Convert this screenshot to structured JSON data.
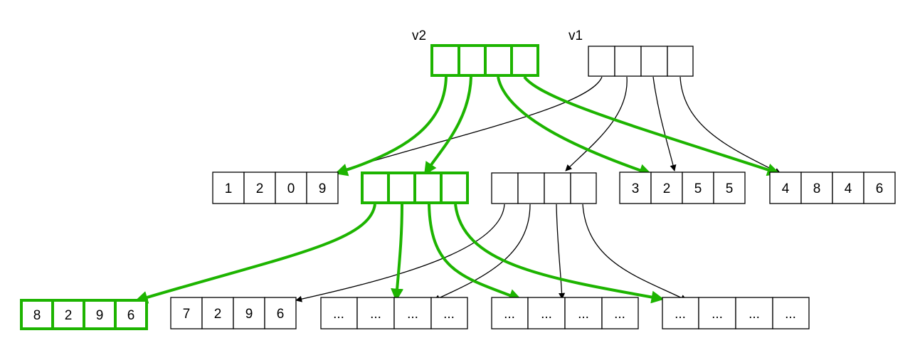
{
  "colors": {
    "highlight": "#1db400",
    "normal": "#000000"
  },
  "roots": {
    "v2": {
      "label": "v2"
    },
    "v1": {
      "label": "v1"
    }
  },
  "level1": {
    "leaf_a": [
      "1",
      "2",
      "0",
      "9"
    ],
    "leaf_b": [
      "3",
      "2",
      "5",
      "5"
    ],
    "leaf_c": [
      "4",
      "8",
      "4",
      "6"
    ]
  },
  "level2": {
    "leaf_new": [
      "8",
      "2",
      "9",
      "6"
    ],
    "leaf_old": [
      "7",
      "2",
      "9",
      "6"
    ],
    "leaf_x": [
      "...",
      "...",
      "...",
      "..."
    ],
    "leaf_y": [
      "...",
      "...",
      "...",
      "..."
    ],
    "leaf_z": [
      "...",
      "...",
      "...",
      "..."
    ]
  }
}
